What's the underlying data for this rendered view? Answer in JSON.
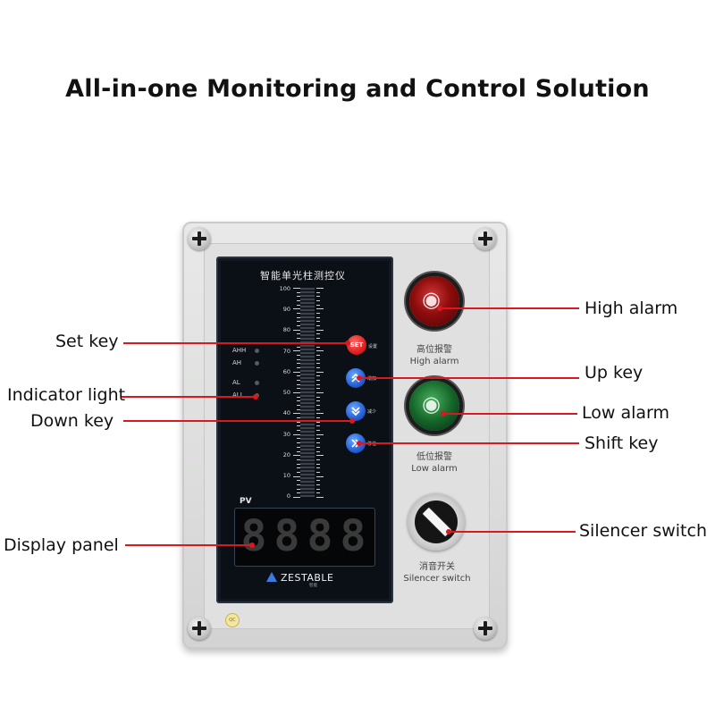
{
  "title": "All-in-one Monitoring and Control Solution",
  "meter": {
    "name": "智能单光柱测控仪",
    "scale": [
      "100",
      "90",
      "80",
      "70",
      "60",
      "50",
      "40",
      "30",
      "20",
      "10",
      "0"
    ],
    "indicators": [
      "AHH",
      "AH",
      "AL",
      "ALL"
    ],
    "keys": {
      "set": {
        "label": "SET",
        "tag": "设置"
      },
      "up": {
        "icon": "double-chevron-up-icon",
        "tag": "增加"
      },
      "down": {
        "icon": "double-chevron-down-icon",
        "tag": "减少"
      },
      "shift": {
        "icon": "double-chevron-right-icon",
        "tag": "移位"
      }
    },
    "pv_label": "PV",
    "display_digits": [
      "8",
      "8",
      "8",
      "8"
    ],
    "brand": "ZESTABLE",
    "brand_sub": "智能"
  },
  "lamps": {
    "high": {
      "cn": "高位报警",
      "en": "High alarm",
      "color": "#8e0c0c"
    },
    "low": {
      "cn": "低位报警",
      "en": "Low alarm",
      "color": "#15672a"
    },
    "silencer": {
      "cn": "消音开关",
      "en": "Silencer switch"
    }
  },
  "callouts": {
    "set_key": "Set key",
    "indicator_light": "Indicator light",
    "down_key": "Down key",
    "display_panel": "Display panel",
    "high_alarm": "High alarm",
    "up_key": "Up key",
    "low_alarm": "Low alarm",
    "shift_key": "Shift key",
    "silencer_switch": "Silencer switch"
  },
  "colors": {
    "callout_line": "#d8191f",
    "accent_blue": "#2460d8",
    "set_red": "#e02020"
  }
}
